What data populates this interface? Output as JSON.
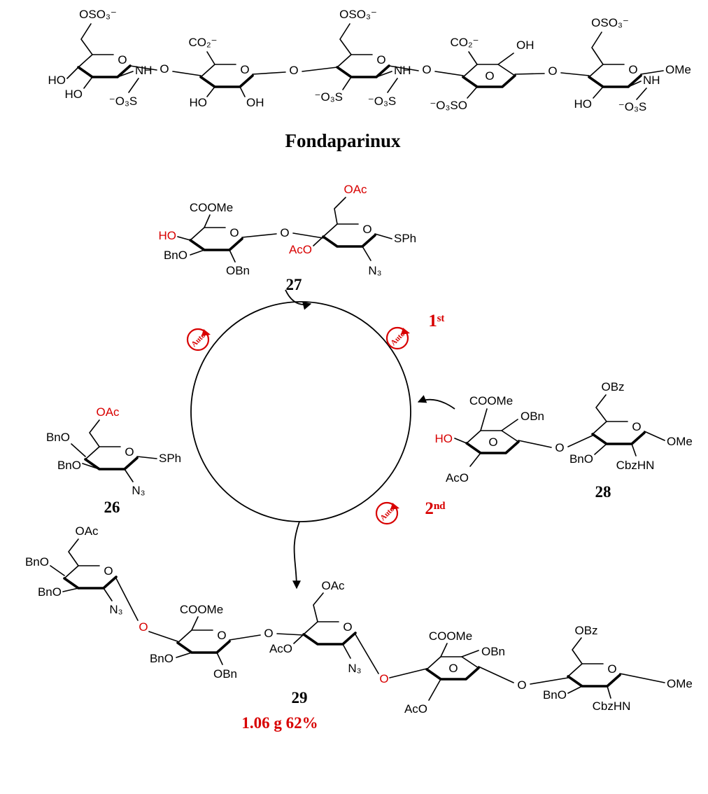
{
  "scheme": {
    "title": "Fondaparinux",
    "yield": "1.06 g  62%",
    "step1": "1ˢᵗ",
    "step2": "2ⁿᵈ",
    "auto": "Auto"
  },
  "colors": {
    "accent_red": "#d80000",
    "ink": "#000000"
  },
  "atoms": {
    "o": "O"
  },
  "fonda": {
    "r1": {
      "ch2": "OSO₃⁻",
      "ho1": "HO",
      "ho2": "HO",
      "nh": "NH",
      "so3": "⁻O₃S"
    },
    "r2": {
      "co2": "CO₂⁻",
      "ho": "HO",
      "oh": "OH"
    },
    "r3": {
      "ch2": "OSO₃⁻",
      "oso3": "⁻O₃S",
      "nh": "NH",
      "so3": "⁻O₃S"
    },
    "r4": {
      "co2": "CO₂⁻",
      "oh": "OH",
      "oso3": "⁻O₃SO"
    },
    "r5": {
      "ch2": "OSO₃⁻",
      "ho": "HO",
      "nh": "NH",
      "so3": "⁻O₃S",
      "ome": "OMe"
    }
  },
  "c26": {
    "num": "26",
    "oac": "OAc",
    "bno1": "BnO",
    "bno2": "BnO",
    "sph": "SPh",
    "n3": "N₃"
  },
  "c27": {
    "num": "27",
    "coome": "COOMe",
    "ho": "HO",
    "bno": "BnO",
    "obn": "OBn",
    "oac": "OAc",
    "aco": "AcO",
    "sph": "SPh",
    "n3": "N₃"
  },
  "c28": {
    "num": "28",
    "coome": "COOMe",
    "obn": "OBn",
    "obz": "OBz",
    "ho": "HO",
    "aco": "AcO",
    "bno": "BnO",
    "cbzhn": "CbzHN",
    "ome": "OMe"
  },
  "c29": {
    "num": "29",
    "oac1": "OAc",
    "bno1": "BnO",
    "bno2": "BnO",
    "n3_1": "N₃",
    "o1": "O",
    "coome1": "COOMe",
    "bno3": "BnO",
    "obn1": "OBn",
    "oac2": "OAc",
    "aco1": "AcO",
    "n3_2": "N₃",
    "o2": "O",
    "coome2": "COOMe",
    "obn2": "OBn",
    "aco2": "AcO",
    "obz": "OBz",
    "bno4": "BnO",
    "cbzhn": "CbzHN",
    "ome": "OMe"
  }
}
